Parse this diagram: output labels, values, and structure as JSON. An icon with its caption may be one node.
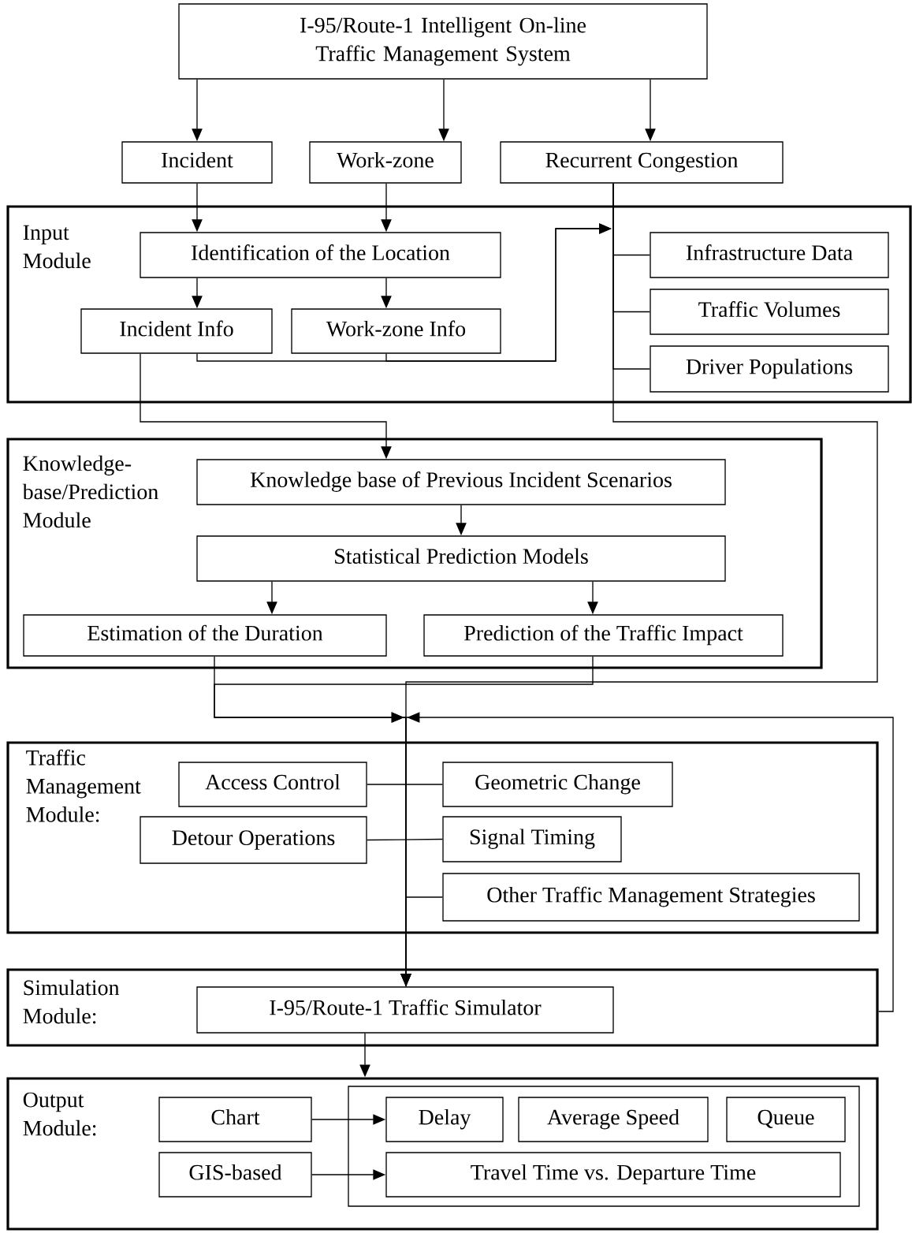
{
  "diagram": {
    "nodes": [
      {
        "text": [
          "I-95/Route-1 Intelligent On-line Traffic Management System"
        ]
      },
      {
        "text": [
          "Incident"
        ]
      },
      {
        "text": [
          "Work-zone"
        ]
      },
      {
        "text": [
          "Recurrent Congestion"
        ]
      },
      {
        "text": [
          "Input Module"
        ]
      },
      {
        "text": [
          "Identification of the Location"
        ],
        "in": 4
      },
      {
        "text": [
          "Incident Info"
        ],
        "in": 4
      },
      {
        "text": [
          "Work-zone Info"
        ],
        "in": 4
      },
      {
        "text": [
          "Infrastructure Data"
        ],
        "in": 4
      },
      {
        "text": [
          "Traffic Volumes"
        ],
        "in": 4
      },
      {
        "text": [
          "Driver Populations"
        ],
        "in": 4
      },
      {
        "text": [
          "Knowledge-base/Prediction Module"
        ]
      },
      {
        "text": [
          "Knowledge base of Previous Incident Scenarios"
        ],
        "in": 11
      },
      {
        "text": [
          "Statistical Prediction Models"
        ],
        "in": 11
      },
      {
        "text": [
          "Estimation of the Duration"
        ],
        "in": 11
      },
      {
        "text": [
          "Prediction of the Traffic Impact"
        ],
        "in": 11
      },
      {
        "text": [
          "Traffic Management Module:"
        ]
      },
      {
        "text": [
          "Access Control"
        ],
        "in": 16
      },
      {
        "text": [
          "Geometric Change"
        ],
        "in": 16
      },
      {
        "text": [
          "Detour Operations"
        ],
        "in": 16
      },
      {
        "text": [
          "Signal Timing"
        ],
        "in": 16
      },
      {
        "text": [
          "Other Traffic Management Strategies"
        ],
        "in": 16
      },
      {
        "text": [
          "Simulation Module:"
        ]
      },
      {
        "text": [
          "I-95/Route-1 Traffic Simulator"
        ],
        "in": 22
      },
      {
        "text": [
          "Output Module:"
        ]
      },
      {
        "text": [],
        "shape": "box",
        "in": 24
      },
      {
        "text": [
          "Chart"
        ],
        "in": 24
      },
      {
        "text": [
          "GIS-based"
        ],
        "in": 24
      },
      {
        "text": [
          "Delay"
        ],
        "in": 25
      },
      {
        "text": [
          "Average Speed"
        ],
        "in": 25
      },
      {
        "text": [
          "Queue"
        ],
        "in": 25
      },
      {
        "text": [
          "Travel Time vs. Departure Time"
        ],
        "in": 25
      }
    ],
    "edges": [
      {
        "from": 0,
        "to": 1,
        "arrow": "to"
      },
      {
        "from": 0,
        "to": 2,
        "arrow": "to"
      },
      {
        "from": 0,
        "to": 3,
        "arrow": "to"
      },
      {
        "from": 1,
        "to": 5,
        "arrow": "to"
      },
      {
        "from": 2,
        "to": 5,
        "arrow": "to"
      },
      {
        "from": 5,
        "to": 6,
        "arrow": "to"
      },
      {
        "from": 5,
        "to": 7,
        "arrow": "to"
      },
      {
        "from": 6,
        "to": 12,
        "arrow": "to"
      },
      {
        "from": 6,
        "to": null,
        "arrow": "to"
      },
      {
        "from": 7,
        "to": null,
        "arrow": "to"
      },
      {
        "from": 3,
        "to": 8,
        "arrow": "none"
      },
      {
        "from": 3,
        "to": 9,
        "arrow": "none"
      },
      {
        "from": 3,
        "to": 10,
        "arrow": "none"
      },
      {
        "from": 3,
        "to": 23,
        "arrow": "to"
      },
      {
        "from": 12,
        "to": 13,
        "arrow": "to"
      },
      {
        "from": 13,
        "to": 14,
        "arrow": "to"
      },
      {
        "from": 13,
        "to": 15,
        "arrow": "to"
      },
      {
        "from": 14,
        "to": 23,
        "arrow": "to"
      },
      {
        "from": 15,
        "to": 23,
        "arrow": "to"
      },
      {
        "from": 24,
        "to": 23,
        "arrow": "to"
      },
      {
        "from": 17,
        "to": 18,
        "arrow": "none"
      },
      {
        "from": 19,
        "to": 20,
        "arrow": "none"
      },
      {
        "from": 21,
        "to": 23,
        "arrow": "none"
      },
      {
        "from": 23,
        "to": 24,
        "arrow": "to"
      },
      {
        "from": 26,
        "to": 28,
        "arrow": "to"
      },
      {
        "from": 27,
        "to": 31,
        "arrow": "to"
      }
    ]
  }
}
